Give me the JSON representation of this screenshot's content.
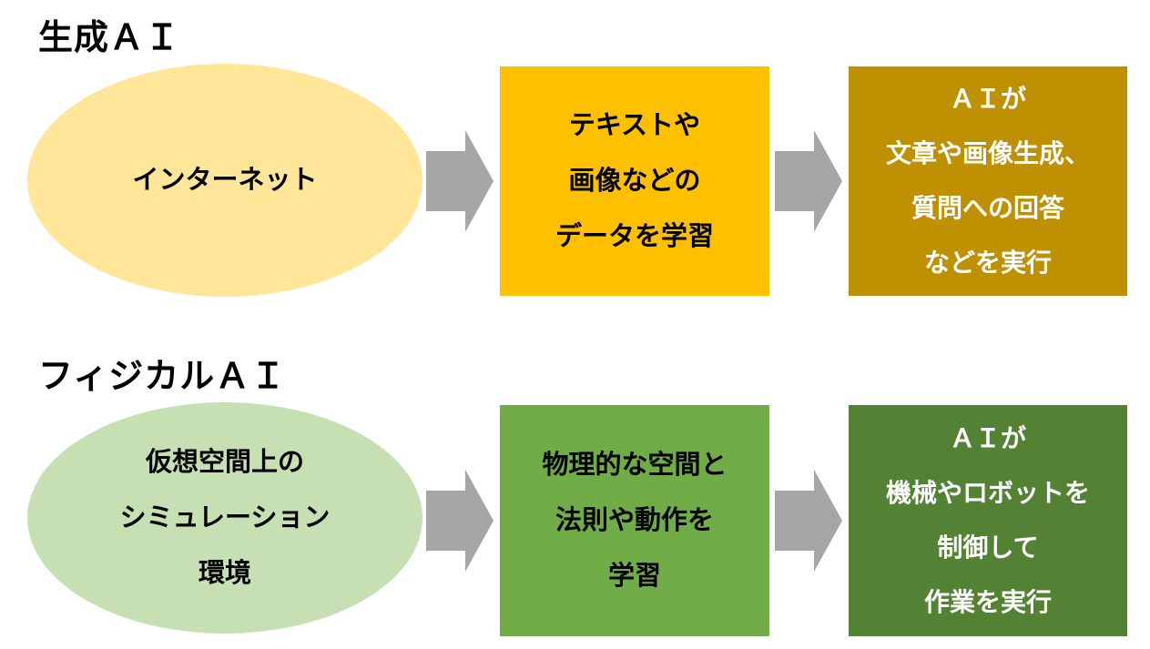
{
  "colors": {
    "background": "#FFFFFF",
    "title_text": "#000000",
    "arrow": "#A6A6A6",
    "gen_input_fill": "#FFE699",
    "gen_learn_fill": "#FFC000",
    "gen_output_fill": "#BF9000",
    "phys_input_fill": "#C6E0B4",
    "phys_learn_fill": "#70AD47",
    "phys_output_fill": "#548235",
    "dark_box_text": "#000000",
    "light_box_text": "#FFFFFF"
  },
  "sections": [
    {
      "title": "生成ＡＩ",
      "ellipse": {
        "lines": [
          "インターネット"
        ]
      },
      "learn_box": {
        "lines": [
          "テキストや",
          "画像などの",
          "データを学習"
        ]
      },
      "action_box": {
        "lines": [
          "ＡＩが",
          "文章や画像生成、",
          "質問への回答",
          "などを実行"
        ]
      }
    },
    {
      "title": "フィジカルＡＩ",
      "ellipse": {
        "lines": [
          "仮想空間上の",
          "シミュレーション",
          "環境"
        ]
      },
      "learn_box": {
        "lines": [
          "物理的な空間と",
          "法則や動作を",
          "学習"
        ]
      },
      "action_box": {
        "lines": [
          "ＡＩが",
          "機械やロボットを",
          "制御して",
          "作業を実行"
        ]
      }
    }
  ]
}
